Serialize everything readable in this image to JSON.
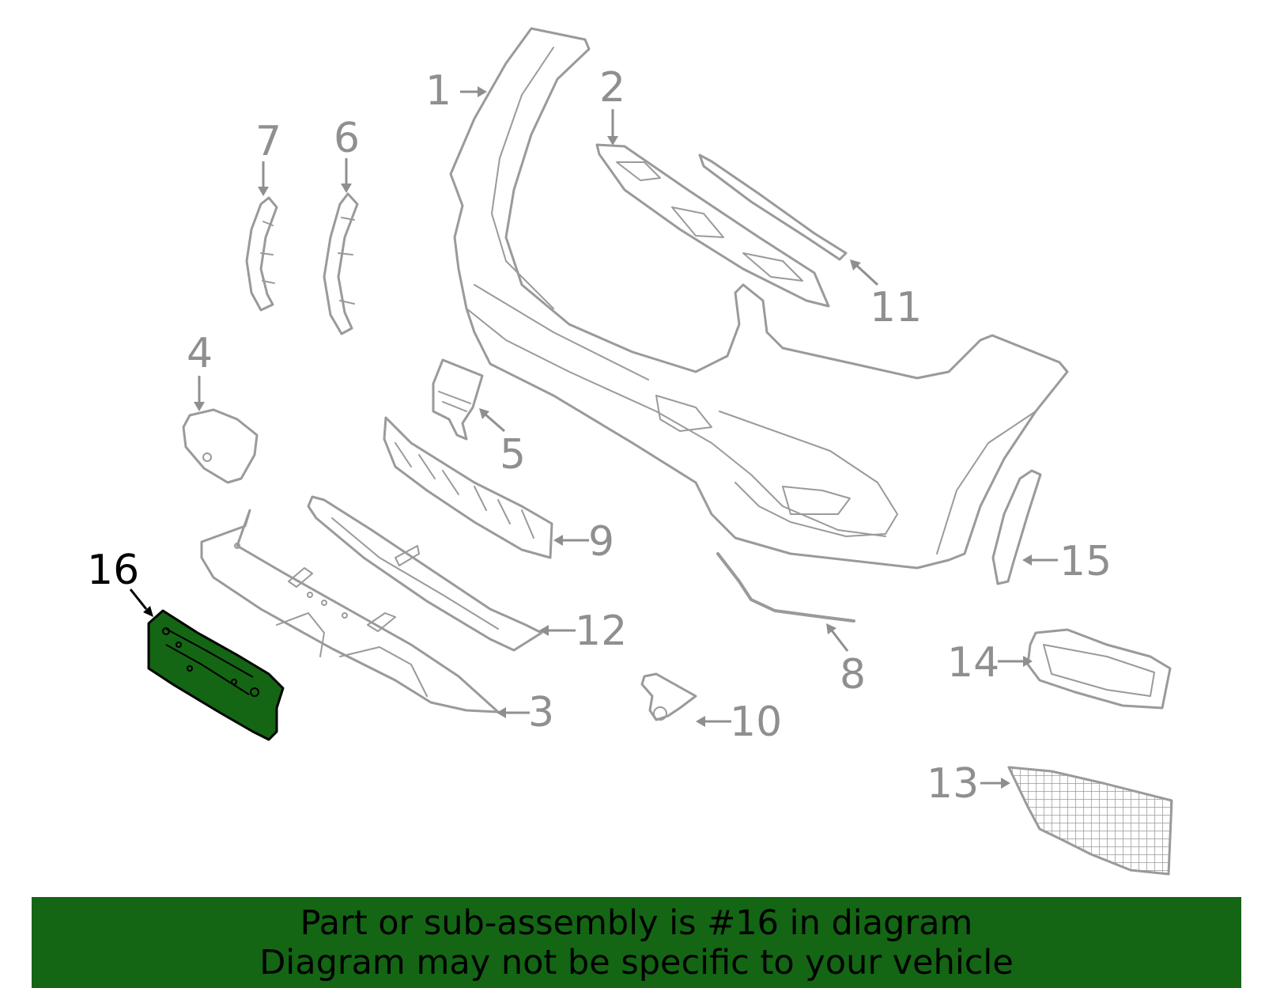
{
  "callouts": [
    {
      "id": "1",
      "label": "1"
    },
    {
      "id": "2",
      "label": "2"
    },
    {
      "id": "3",
      "label": "3"
    },
    {
      "id": "4",
      "label": "4"
    },
    {
      "id": "5",
      "label": "5"
    },
    {
      "id": "6",
      "label": "6"
    },
    {
      "id": "7",
      "label": "7"
    },
    {
      "id": "8",
      "label": "8"
    },
    {
      "id": "9",
      "label": "9"
    },
    {
      "id": "10",
      "label": "10"
    },
    {
      "id": "11",
      "label": "11"
    },
    {
      "id": "12",
      "label": "12"
    },
    {
      "id": "13",
      "label": "13"
    },
    {
      "id": "14",
      "label": "14"
    },
    {
      "id": "15",
      "label": "15"
    },
    {
      "id": "16",
      "label": "16"
    }
  ],
  "highlighted_part": "16",
  "colors": {
    "highlight": "#146514",
    "part_stroke": "#9a9a9a",
    "banner": "#146514"
  },
  "banner": {
    "line1": "Part or sub-assembly is #16 in diagram",
    "line2": "Diagram may not be specific to your vehicle"
  }
}
